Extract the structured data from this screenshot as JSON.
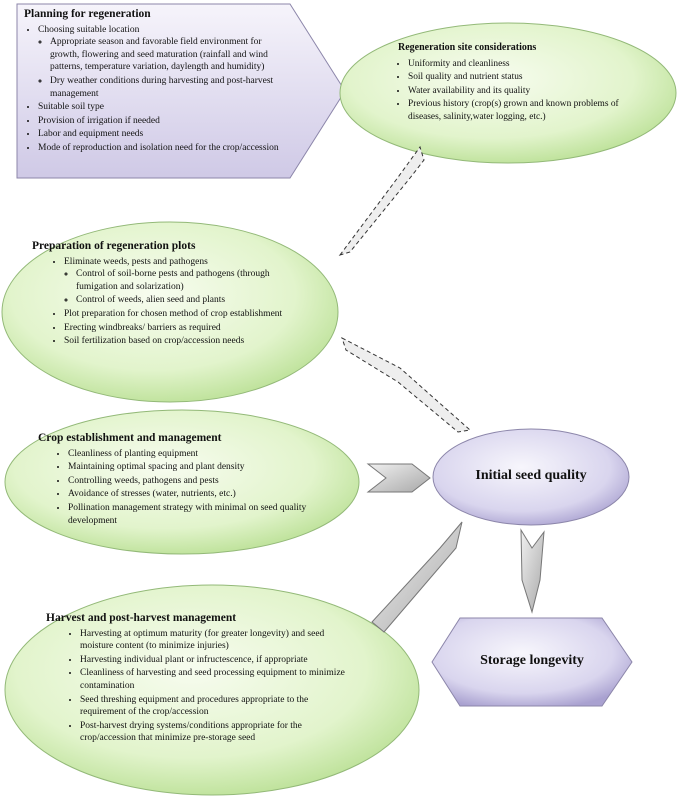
{
  "planning": {
    "title": "Planning for regeneration",
    "items": [
      {
        "text": "Choosing suitable location",
        "sub": [
          "Appropriate season and favorable field environment for growth, flowering and seed maturation (rainfall and wind patterns, temperature variation, daylength and humidity)",
          "Dry weather conditions during harvesting and post-harvest management"
        ]
      },
      {
        "text": "Suitable soil type",
        "sub": []
      },
      {
        "text": "Provision of irrigation if needed",
        "sub": []
      },
      {
        "text": "Labor and equipment needs",
        "sub": []
      },
      {
        "text": "Mode of reproduction and isolation need for the crop/accession",
        "sub": []
      }
    ]
  },
  "site": {
    "title": "Regeneration site considerations",
    "items": [
      "Uniformity and cleanliness",
      "Soil quality and nutrient status",
      "Water availability and its quality",
      "Previous history (crop(s) grown and known problems of diseases, salinity,water logging, etc.)"
    ]
  },
  "prep": {
    "title": "Preparation of regeneration plots",
    "items": [
      {
        "text": "Eliminate weeds, pests and pathogens",
        "sub": [
          "Control of soil-borne pests and pathogens (through fumigation and solarization)",
          "Control of weeds, alien seed and plants"
        ]
      },
      {
        "text": "Plot preparation for chosen method of crop establishment",
        "sub": []
      },
      {
        "text": "Erecting windbreaks/ barriers as required",
        "sub": []
      },
      {
        "text": "Soil fertilization based on crop/accession needs",
        "sub": []
      }
    ]
  },
  "crop": {
    "title": "Crop establishment and management",
    "items": [
      "Cleanliness of planting equipment",
      "Maintaining optimal spacing and plant density",
      "Controlling weeds, pathogens and pests",
      "Avoidance of stresses (water, nutrients, etc.)",
      "Pollination management strategy with minimal on seed quality development"
    ]
  },
  "harvest": {
    "title": "Harvest and post-harvest management",
    "items": [
      "Harvesting at optimum maturity (for greater longevity) and seed moisture content (to minimize injuries)",
      "Harvesting individual plant or infructescence, if appropriate",
      "Cleanliness of harvesting and seed processing equipment to minimize contamination",
      "Seed threshing equipment and procedures appropriate to the requirement of the crop/accession",
      "Post-harvest drying systems/conditions appropriate for the crop/accession that minimize pre-storage seed"
    ]
  },
  "initial": {
    "label": "Initial seed quality"
  },
  "storage": {
    "label": "Storage longevity"
  },
  "colors": {
    "green_light": "#f3fbe9",
    "green_dark": "#bfe39a",
    "purple_light": "#f4f2fa",
    "purple_dark": "#b9b2d8",
    "arrow_gray": "#c9c9c9"
  }
}
